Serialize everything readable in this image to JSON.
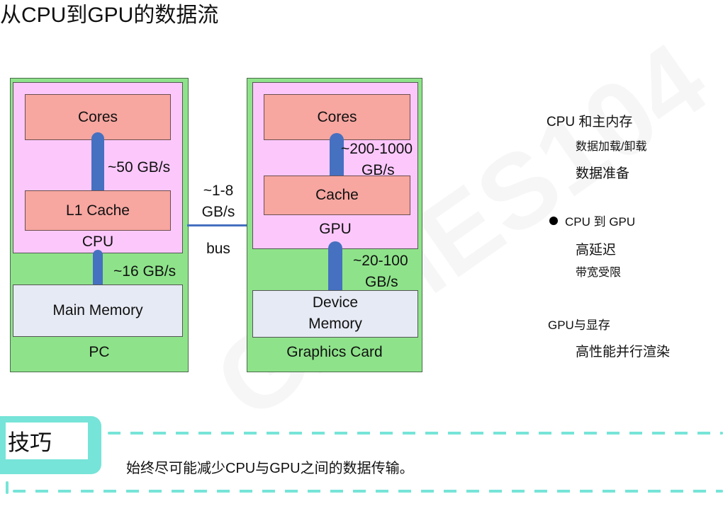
{
  "title": "从CPU到GPU的数据流",
  "watermark": "GAMES104",
  "diagram": {
    "pc": {
      "cores_label": "Cores",
      "cores_cache_bandwidth": "~50 GB/s",
      "cache_label": "L1 Cache",
      "cpu_label": "CPU",
      "cpu_memory_bandwidth": "~16 GB/s",
      "memory_label": "Main Memory",
      "container_label": "PC"
    },
    "bus": {
      "bandwidth_line1": "~1-8",
      "bandwidth_line2": "GB/s",
      "label": "bus"
    },
    "graphics_card": {
      "cores_label": "Cores",
      "cores_cache_bandwidth_line1": "~200-1000",
      "cores_cache_bandwidth_line2": "GB/s",
      "cache_label": "Cache",
      "gpu_label": "GPU",
      "gpu_memory_bandwidth_line1": "~20-100",
      "gpu_memory_bandwidth_line2": "GB/s",
      "memory_label_line1": "Device",
      "memory_label_line2": "Memory",
      "container_label": "Graphics Card"
    },
    "colors": {
      "container": "#8ee38a",
      "chip": "#fcc8fc",
      "unit": "#f7a6a0",
      "memory": "#e6eaf4",
      "link": "#4670c0"
    }
  },
  "notes": [
    {
      "heading": "CPU 和主内存",
      "items": [
        "数据加载/卸载",
        "数据准备"
      ]
    },
    {
      "heading": "CPU 到 GPU",
      "bullet": true,
      "items": [
        "高延迟",
        "带宽受限"
      ]
    },
    {
      "heading": "GPU与显存",
      "items": [
        "高性能并行渲染"
      ]
    }
  ],
  "tip": {
    "label": "技巧",
    "text": "始终尽可能减少CPU与GPU之间的数据传输。",
    "accent_color": "#76e4d8"
  }
}
